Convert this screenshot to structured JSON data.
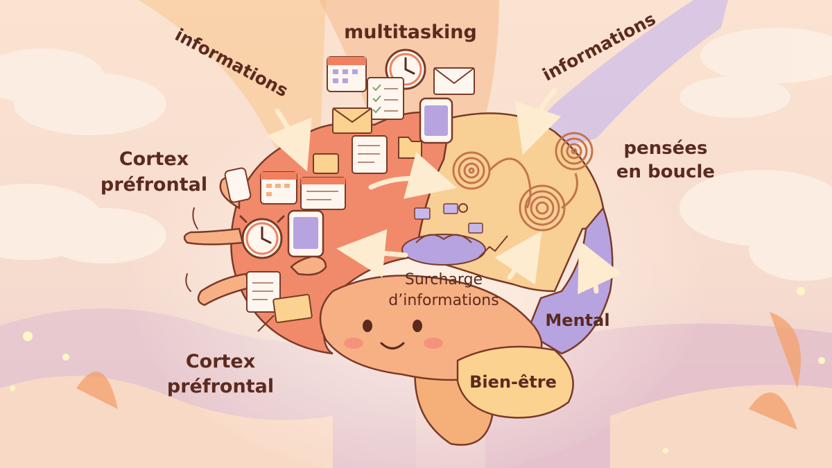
{
  "labels": {
    "multitasking": "multitasking",
    "info_left": "informations",
    "info_right": "informations",
    "cortex_top_1": "Cortex",
    "cortex_top_2": "préfrontal",
    "cortex_bottom_1": "Cortex",
    "cortex_bottom_2": "préfrontal",
    "loops_1": "pensées",
    "loops_2": "en boucle",
    "overload_1": "Surcharge",
    "overload_2": "d’informations",
    "mental": "Mental",
    "wellbeing": "Bien-être"
  },
  "colors": {
    "text": "#5b2a1f",
    "frontal_lobe": "#f08a6a",
    "parietal_lobe": "#f8cf95",
    "occipital_lobe": "#b7a3e0",
    "temporal_lobe": "#f7b084",
    "cerebellum": "#fbd28f",
    "brain_stem": "#f4b078",
    "stream_left": "#f9c891",
    "stream_right": "#c7b8ec"
  },
  "icons": [
    "calendar-icon",
    "clock-icon",
    "envelope-icon",
    "checklist-icon",
    "phone-icon",
    "tablet-icon",
    "alarm-clock-icon",
    "spiral-icon",
    "gear-icon",
    "chart-arrow-icon"
  ]
}
